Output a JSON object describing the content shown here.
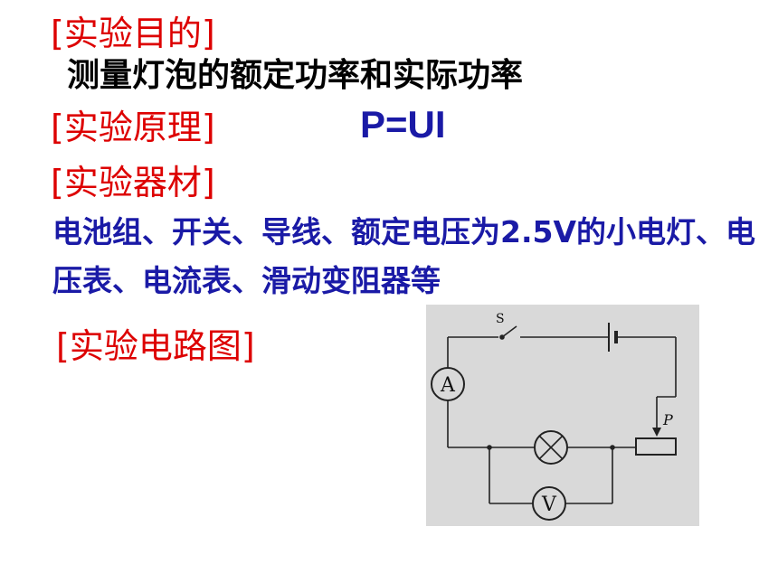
{
  "purpose": {
    "heading": "[实验目的]",
    "text": "测量灯泡的额定功率和实际功率"
  },
  "principle": {
    "heading": "[实验原理]",
    "formula": "P=UI"
  },
  "materials": {
    "heading": "[实验器材]",
    "text": "电池组、开关、导线、额定电压为2.5V的小电灯、电压表、电流表、滑动变阻器等"
  },
  "circuit": {
    "heading": "[实验电路图]",
    "switch_label": "S",
    "ammeter_label": "A",
    "voltmeter_label": "V",
    "slider_label": "P"
  },
  "colors": {
    "heading": "#dd0000",
    "body": "#000000",
    "highlight": "#1a1aa6",
    "diagram_bg": "#d9d9d9"
  }
}
